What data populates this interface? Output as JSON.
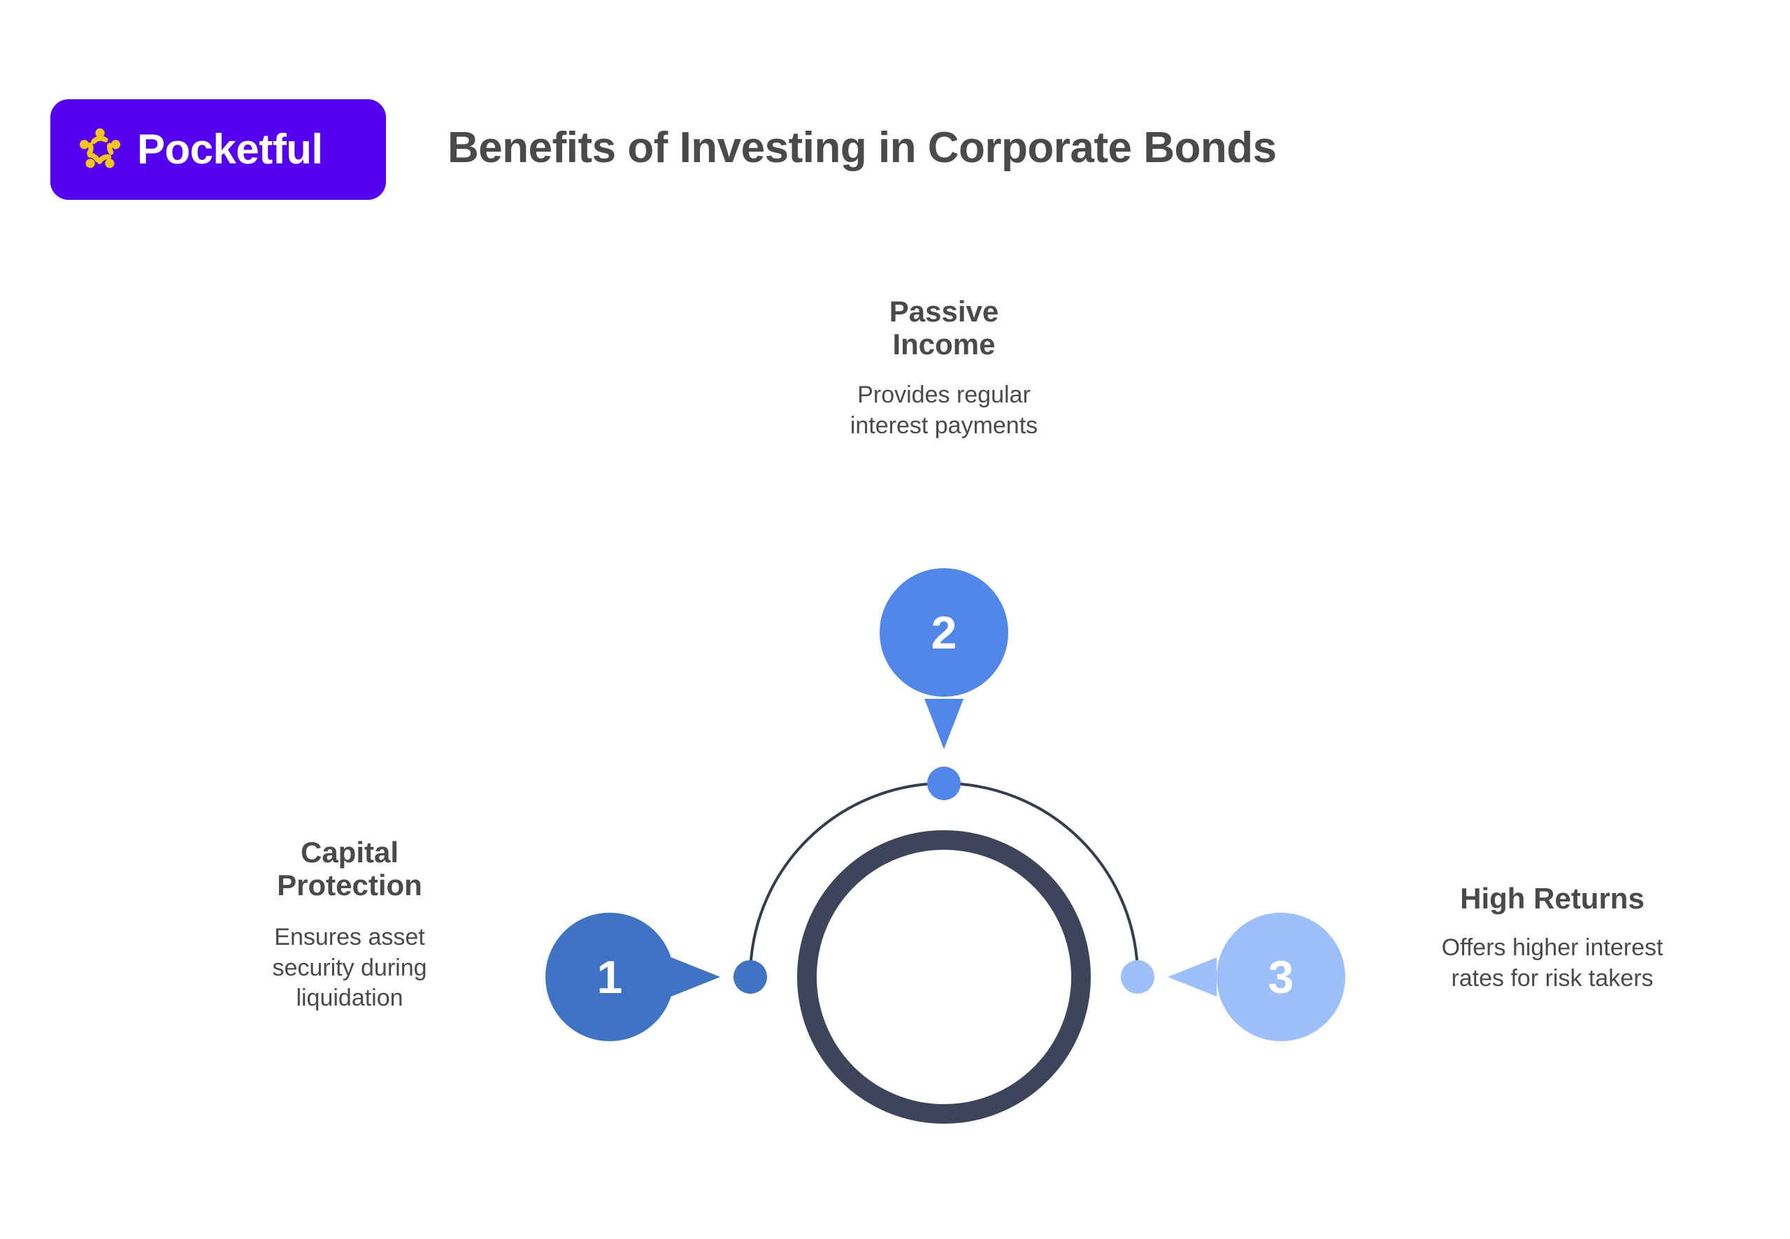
{
  "brand": {
    "name": "Pocketful",
    "logo_icon": "pocketful-radial-dots-icon",
    "badge_color": "#5500f0",
    "icon_color": "#f5c518",
    "wordmark_color": "#ffffff"
  },
  "header": {
    "title": "Benefits of Investing in Corporate Bonds",
    "title_color": "#4a4a4a"
  },
  "diagram": {
    "type": "radial-numbered-callouts",
    "center_ring": {
      "name": "central-ring",
      "color": "#3c4559",
      "outer_radius": 210,
      "stroke_width": 28
    },
    "arc": {
      "name": "connector-arc",
      "color": "#333d4f",
      "stroke_width": 3,
      "radius": 277,
      "start_angle_deg": 180,
      "end_angle_deg": 0
    },
    "nodes": [
      {
        "number": "1",
        "title": "Capital\nProtection",
        "description": "Ensures asset\nsecurity during\nliquidation",
        "marker_color": "#3f73c4",
        "dot_color": "#3f73c4",
        "tail_direction": "right",
        "position": "left"
      },
      {
        "number": "2",
        "title": "Passive\nIncome",
        "description": "Provides regular\ninterest payments",
        "marker_color": "#5087e8",
        "dot_color": "#5087e8",
        "tail_direction": "down",
        "position": "top"
      },
      {
        "number": "3",
        "title": "High Returns",
        "description": "Offers higher interest\nrates for risk takers",
        "marker_color": "#9dc0fb",
        "dot_color": "#9dc0fb",
        "tail_direction": "left",
        "position": "right"
      }
    ]
  }
}
